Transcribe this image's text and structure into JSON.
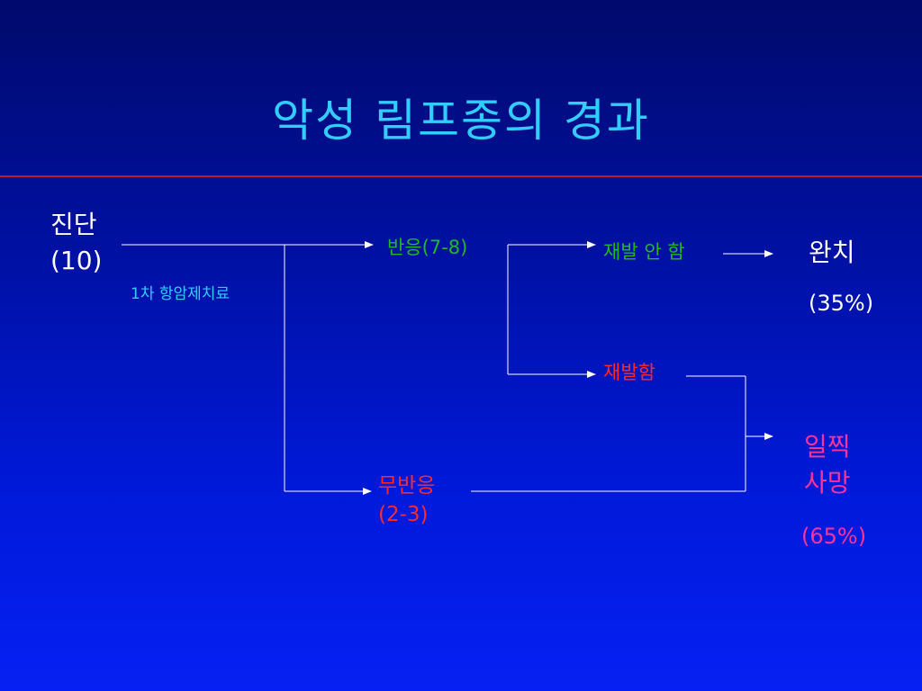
{
  "title": "악성 림프종의 경과",
  "diagnosis": {
    "line1": "진단",
    "line2": "(10)"
  },
  "treatment": "1차 항암제치료",
  "response": "반응(7-8)",
  "no_relapse": "재발 안 함",
  "cure": {
    "label": "완치",
    "percent": "(35%)"
  },
  "relapse": "재발함",
  "no_response": {
    "line1": "무반응",
    "line2": "(2-3)"
  },
  "early_death": {
    "line1": "일찍",
    "line2": "사망",
    "percent": "(65%)"
  },
  "colors": {
    "title": "#33ccff",
    "rule": "#c0182b",
    "response": "#22b822",
    "negative": "#ff2a2a",
    "death": "#ff3399"
  }
}
